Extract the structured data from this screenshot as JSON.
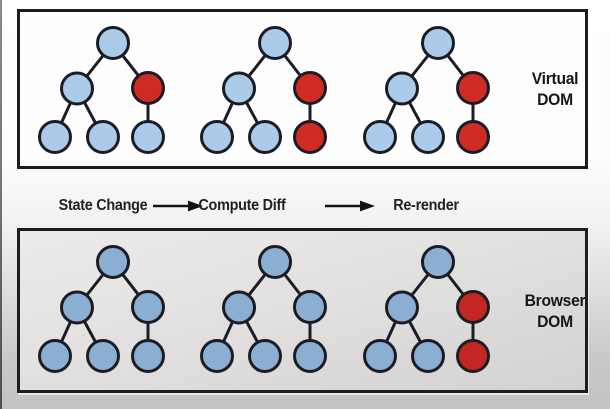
{
  "palette": {
    "node_stroke": "#1c1c25",
    "edge": "#1c1c25",
    "arrow": "#131313",
    "text": "#1c1a1d"
  },
  "panels": [
    {
      "id": "virtual-dom",
      "label_lines": [
        "Virtual",
        "DOM"
      ],
      "node_colors": {
        "blue": "#aacbe9",
        "red": "#d02a25"
      },
      "trees": [
        {
          "nodes": [
            "blue",
            "blue",
            "red",
            "blue",
            "blue",
            "blue"
          ]
        },
        {
          "nodes": [
            "blue",
            "blue",
            "red",
            "blue",
            "blue",
            "red"
          ]
        },
        {
          "nodes": [
            "blue",
            "blue",
            "red",
            "blue",
            "blue",
            "red"
          ]
        }
      ]
    },
    {
      "id": "browser-dom",
      "label_lines": [
        "Browser",
        "DOM"
      ],
      "node_colors": {
        "blue": "#8aafd2",
        "red": "#c42723"
      },
      "trees": [
        {
          "nodes": [
            "blue",
            "blue",
            "blue",
            "blue",
            "blue",
            "blue"
          ]
        },
        {
          "nodes": [
            "blue",
            "blue",
            "blue",
            "blue",
            "blue",
            "blue"
          ]
        },
        {
          "nodes": [
            "blue",
            "blue",
            "red",
            "blue",
            "blue",
            "red"
          ]
        }
      ]
    }
  ],
  "flow": {
    "steps": [
      "State Change",
      "Compute Diff",
      "Re-render"
    ]
  }
}
